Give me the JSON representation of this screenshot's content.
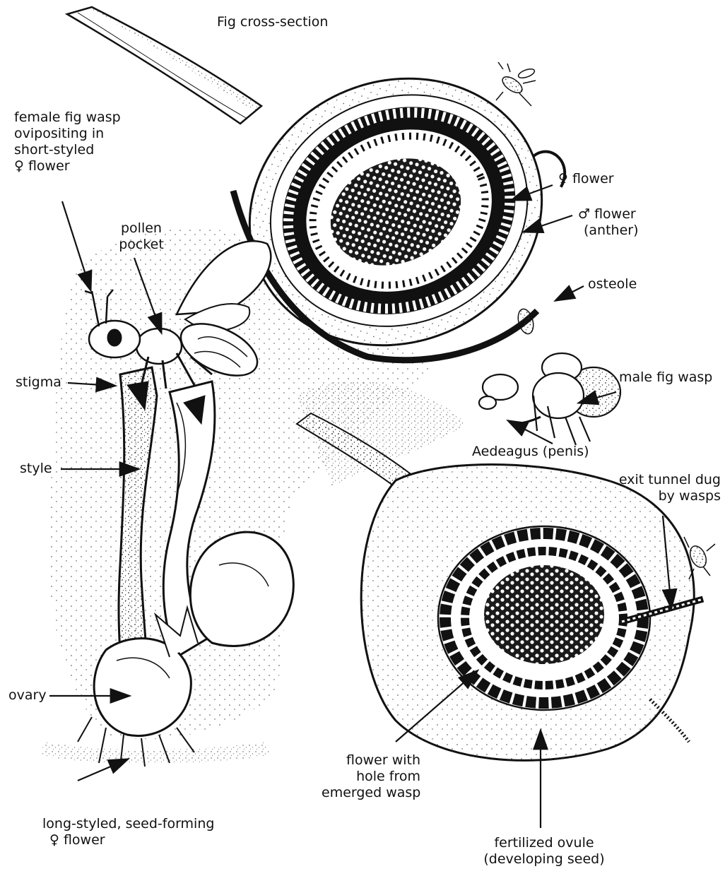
{
  "title": "Fig cross-section",
  "labels": {
    "female_wasp": [
      "female fig wasp",
      "ovipositing in",
      "short-styled",
      "♀ flower"
    ],
    "pollen_pocket": [
      "pollen",
      "pocket"
    ],
    "stigma": "stigma",
    "style": "style",
    "ovary": "ovary",
    "long_styled": [
      "long-styled, seed-forming",
      "♀ flower"
    ],
    "female_flower": "♀ flower",
    "male_flower": [
      "♂ flower",
      "(anther)"
    ],
    "osteole": "osteole",
    "male_wasp": "male fig wasp",
    "aedeagus": "Aedeagus (penis)",
    "exit_tunnel": [
      "exit tunnel dug",
      "by wasps"
    ],
    "flower_hole": [
      "flower with",
      "hole from",
      "emerged wasp"
    ],
    "fertilized_ovule": [
      "fertilized ovule",
      "(developing seed)"
    ]
  },
  "colors": {
    "ink": "#111111",
    "paper": "#ffffff",
    "stipple": "#555555"
  }
}
